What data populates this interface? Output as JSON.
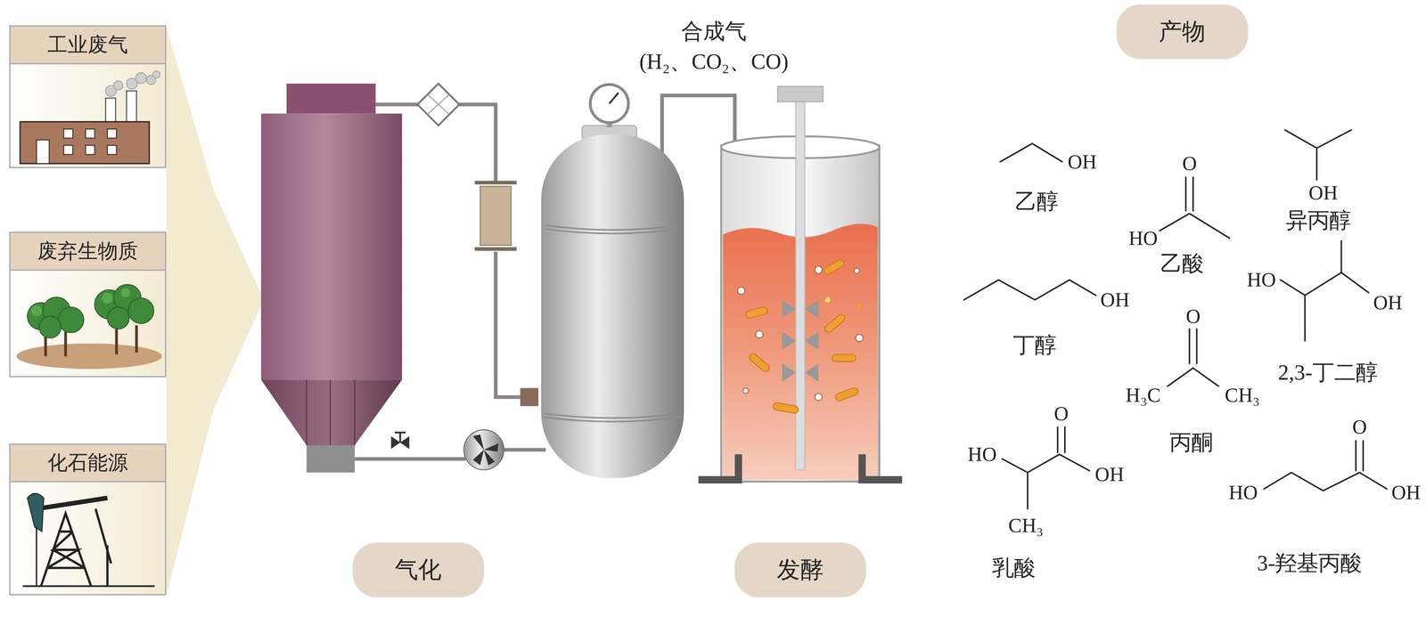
{
  "diagram": {
    "nodes": [
      {
        "text": [
          "工业废气"
        ]
      },
      {
        "text": [
          "废弃生物质"
        ]
      },
      {
        "text": [
          "化石能源"
        ]
      },
      {
        "text": [
          "气化"
        ]
      },
      {
        "text": [
          "发酵"
        ]
      },
      {
        "text": [
          "产物"
        ]
      }
    ],
    "labels": [
      "合成气",
      "(H₂、CO₂、CO)",
      "OH",
      "乙醇",
      "O",
      "HO",
      "乙酸",
      "OH",
      "异丙醇",
      "OH",
      "丁醇",
      "O",
      "H₃C",
      "CH₃",
      "丙酮",
      "HO",
      "OH",
      "2,3-丁二醇",
      "O",
      "HO",
      "OH",
      "CH₃",
      "乳酸",
      "O",
      "HO",
      "OH",
      "3-羟基丙酸"
    ]
  }
}
